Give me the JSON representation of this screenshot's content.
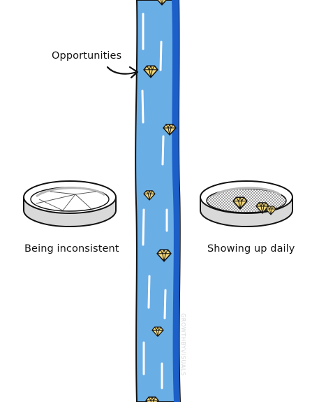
{
  "labels": {
    "opportunities": "Opportunities",
    "left_sieve": "Being inconsistent",
    "right_sieve": "Showing up daily"
  },
  "watermark": "GROWTHBYVISUALS",
  "colors": {
    "river_fill": "#6aaee6",
    "river_dark": "#1d5fc8",
    "gem_fill": "#f3d77a",
    "outline": "#111111",
    "sieve_rim": "#d9d9d9",
    "sieve_mesh": "#7a7a7a"
  },
  "icons": [
    "curved-arrow-icon",
    "gem-icon",
    "sieve-icon"
  ]
}
